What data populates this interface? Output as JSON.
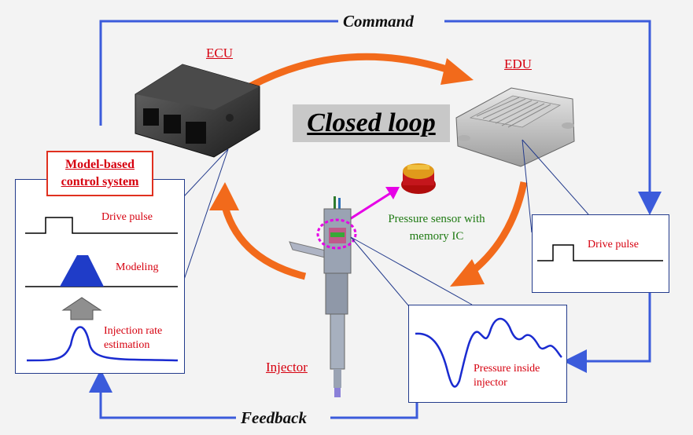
{
  "header": {
    "command": "Command",
    "feedback": "Feedback"
  },
  "center": {
    "title": "Closed loop"
  },
  "nodes": {
    "ecu": "ECU",
    "edu": "EDU",
    "injector": "Injector",
    "pressure_sensor": "Pressure sensor with memory IC"
  },
  "model_panel": {
    "title_line1": "Model-based",
    "title_line2": "control system",
    "drive_pulse": "Drive pulse",
    "modeling": "Modeling",
    "injection_rate_line1": "Injection rate",
    "injection_rate_line2": "estimation"
  },
  "edu_panel": {
    "drive_pulse": "Drive pulse"
  },
  "pressure_panel": {
    "line1": "Pressure inside",
    "line2": "injector"
  },
  "colors": {
    "loop_arrow": "#f26a1b",
    "signal_line": "#3b5bdb",
    "label_red": "#d6000f",
    "label_green": "#1f7a13",
    "curve_blue": "#1a2bd0",
    "sensor_magenta": "#e600e6"
  }
}
